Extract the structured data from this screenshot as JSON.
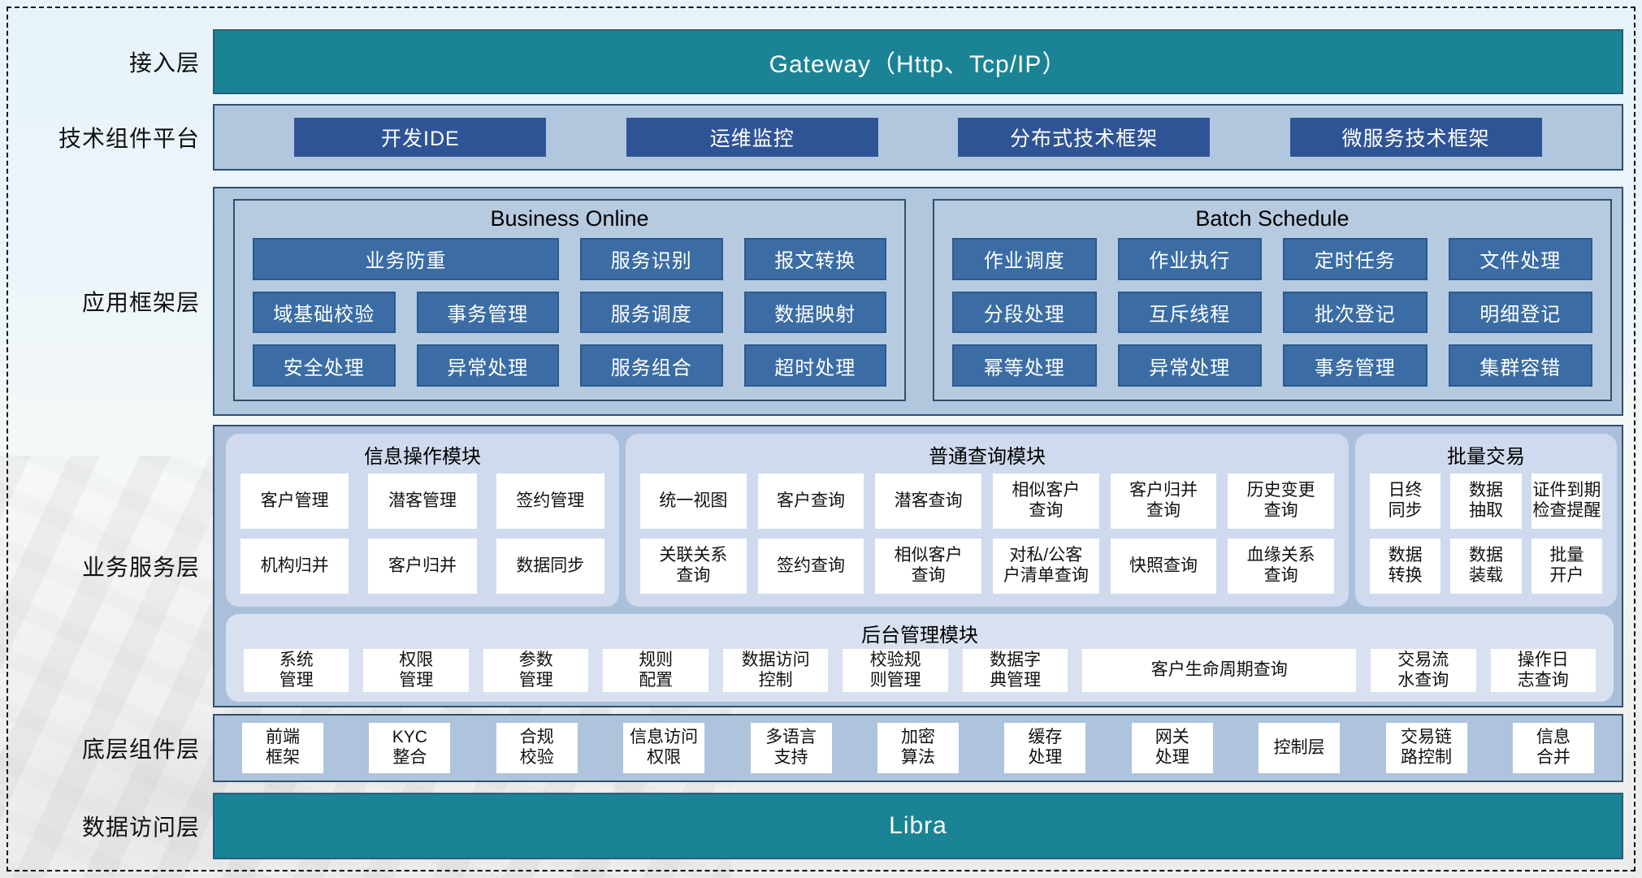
{
  "access": {
    "label": "接入层",
    "title": "Gateway（Http、Tcp/IP）"
  },
  "tech": {
    "label": "技术组件平台",
    "items": [
      "开发IDE",
      "运维监控",
      "分布式技术框架",
      "微服务技术框架"
    ]
  },
  "app": {
    "label": "应用框架层",
    "online": {
      "title": "Business Online",
      "wide": "业务防重",
      "items": [
        "服务识别",
        "报文转换",
        "域基础校验",
        "事务管理",
        "服务调度",
        "数据映射",
        "安全处理",
        "异常处理",
        "服务组合",
        "超时处理"
      ]
    },
    "batch": {
      "title": "Batch Schedule",
      "items": [
        "作业调度",
        "作业执行",
        "定时任务",
        "文件处理",
        "分段处理",
        "互斥线程",
        "批次登记",
        "明细登记",
        "幂等处理",
        "异常处理",
        "事务管理",
        "集群容错"
      ]
    }
  },
  "biz": {
    "label": "业务服务层",
    "info": {
      "title": "信息操作模块",
      "items": [
        "客户管理",
        "潜客管理",
        "签约管理",
        "机构归并",
        "客户归并",
        "数据同步"
      ]
    },
    "query": {
      "title": "普通查询模块",
      "items": [
        "统一视图",
        "客户查询",
        "潜客查询",
        "相似客户\n查询",
        "客户归并\n查询",
        "历史变更\n查询",
        "关联关系\n查询",
        "签约查询",
        "相似客户\n查询",
        "对私/公客\n户清单查询",
        "快照查询",
        "血缘关系\n查询"
      ]
    },
    "batchtrade": {
      "title": "批量交易",
      "items": [
        "日终\n同步",
        "数据\n抽取",
        "证件到期\n检查提醒",
        "数据\n转换",
        "数据\n装载",
        "批量\n开户"
      ]
    },
    "admin": {
      "title": "后台管理模块",
      "items": [
        "系统\n管理",
        "权限\n管理",
        "参数\n管理",
        "规则\n配置",
        "数据访问\n控制",
        "校验规\n则管理",
        "数据字\n典管理",
        "客户生命周期查询",
        "交易流\n水查询",
        "操作日\n志查询"
      ]
    }
  },
  "base": {
    "label": "底层组件层",
    "items": [
      "前端\n框架",
      "KYC\n整合",
      "合规\n校验",
      "信息访问\n权限",
      "多语言\n支持",
      "加密\n算法",
      "缓存\n处理",
      "网关\n处理",
      "控制层",
      "交易链\n路控制",
      "信息\n合并"
    ]
  },
  "dataaccess": {
    "label": "数据访问层",
    "title": "Libra"
  },
  "colors": {
    "teal": "#1b8396",
    "navy_button": "#2f5496",
    "blue_button": "#3b6da4",
    "panel_fill": "#b0c7de",
    "service_panel_fill": "#a9bfda",
    "module_fill": "#cfdaee",
    "admin_fill": "#d9e1f1",
    "border": "#31506f",
    "background": "#e7f3f9"
  }
}
